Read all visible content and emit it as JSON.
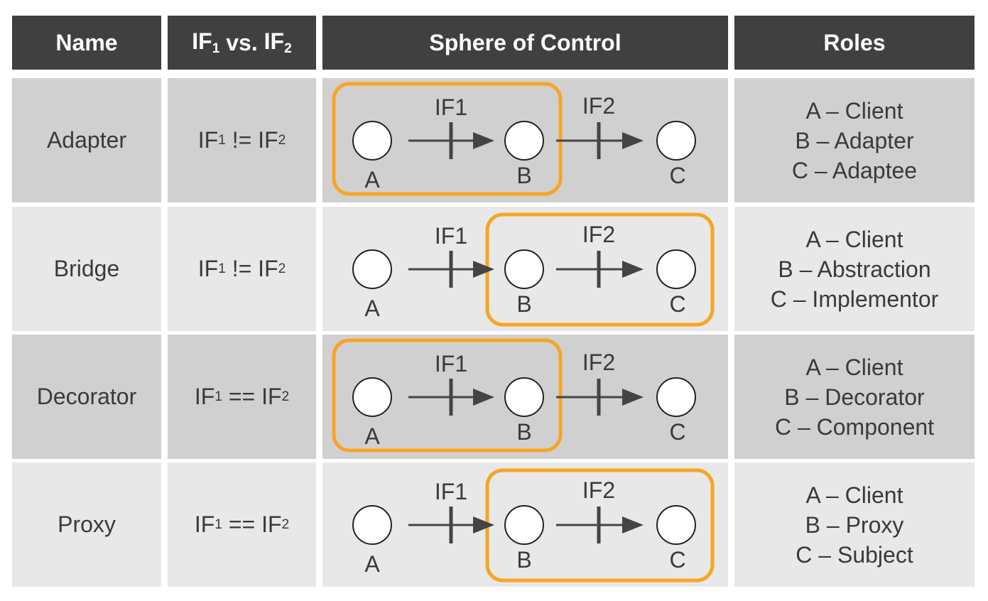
{
  "header": {
    "name": "Name",
    "if_base": "IF",
    "if_vs": " vs. ",
    "sub1": "1",
    "sub2": "2",
    "sphere": "Sphere of Control",
    "roles": "Roles"
  },
  "diagram_labels": {
    "a": "A",
    "b": "B",
    "c": "C",
    "if1": "IF1",
    "if2": "IF2"
  },
  "colors": {
    "orange": "#f5a623",
    "header": "#404040",
    "row_dark": "#d0d0d0",
    "row_light": "#e8e8e8"
  },
  "rows": [
    {
      "name": "Adapter",
      "op": " != ",
      "sphere": "AB",
      "roles": [
        "A – Client",
        "B – Adapter",
        "C – Adaptee"
      ]
    },
    {
      "name": "Bridge",
      "op": " != ",
      "sphere": "BC",
      "roles": [
        "A – Client",
        "B – Abstraction",
        "C – Implementor"
      ]
    },
    {
      "name": "Decorator",
      "op": " == ",
      "sphere": "AB",
      "roles": [
        "A – Client",
        "B – Decorator",
        "C – Component"
      ]
    },
    {
      "name": "Proxy",
      "op": " == ",
      "sphere": "BC",
      "roles": [
        "A – Client",
        "B – Proxy",
        "C – Subject"
      ]
    }
  ]
}
